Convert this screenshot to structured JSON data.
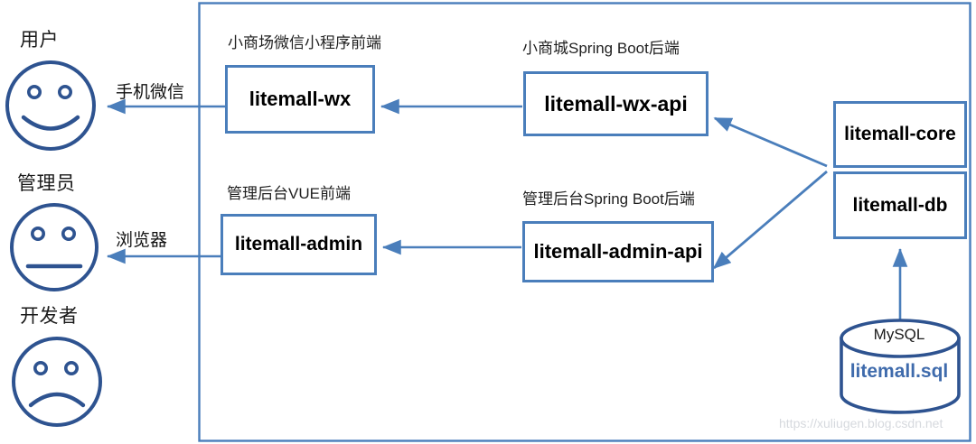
{
  "diagram": {
    "title_watermark": "https://xuliugen.blog.csdn.net",
    "colors": {
      "stroke_blue": "#4a7ebb",
      "face_blue": "#2e5390",
      "arrow_blue": "#4a7ebb",
      "cylinder_blue": "#3f6bac",
      "text_black": "#000000",
      "watermark_gray": "#d6d9de"
    },
    "actors": [
      {
        "name": "user",
        "label": "用户",
        "face": "smile"
      },
      {
        "name": "admin",
        "label": "管理员",
        "face": "neutral"
      },
      {
        "name": "developer",
        "label": "开发者",
        "face": "sad"
      }
    ],
    "edge_labels": [
      {
        "name": "wechat-channel",
        "label": "手机微信"
      },
      {
        "name": "browser-channel",
        "label": "浏览器"
      }
    ],
    "captions": [
      {
        "name": "caption-wx",
        "label": "小商场微信小程序前端"
      },
      {
        "name": "caption-wx-api",
        "label": "小商城Spring Boot后端"
      },
      {
        "name": "caption-admin",
        "label": "管理后台VUE前端"
      },
      {
        "name": "caption-admin-api",
        "label": "管理后台Spring Boot后端"
      }
    ],
    "nodes": [
      {
        "name": "litemall-wx",
        "label": "litemall-wx"
      },
      {
        "name": "litemall-wx-api",
        "label": "litemall-wx-api"
      },
      {
        "name": "litemall-admin",
        "label": "litemall-admin"
      },
      {
        "name": "litemall-admin-api",
        "label": "litemall-admin-api"
      },
      {
        "name": "litemall-core",
        "label": "litemall-core"
      },
      {
        "name": "litemall-db",
        "label": "litemall-db"
      }
    ],
    "database": {
      "name": "mysql-cylinder",
      "engine_label": "MySQL",
      "file_label": "litemall.sql"
    }
  }
}
